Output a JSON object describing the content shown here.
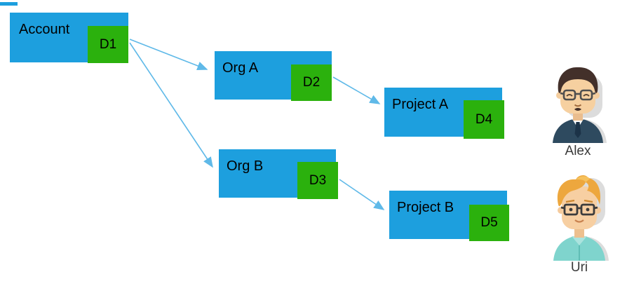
{
  "diagram": {
    "nodes": [
      {
        "id": "account",
        "label": "Account",
        "badge": "D1"
      },
      {
        "id": "org-a",
        "label": "Org A",
        "badge": "D2"
      },
      {
        "id": "project-a",
        "label": "Project A",
        "badge": "D4"
      },
      {
        "id": "org-b",
        "label": "Org B",
        "badge": "D3"
      },
      {
        "id": "project-b",
        "label": "Project B",
        "badge": "D5"
      }
    ],
    "edges": [
      {
        "from": "D1",
        "to": "Org A"
      },
      {
        "from": "D1",
        "to": "Org B"
      },
      {
        "from": "D2",
        "to": "Project A"
      },
      {
        "from": "D3",
        "to": "Project B"
      }
    ],
    "users": [
      {
        "name": "Alex"
      },
      {
        "name": "Uri"
      }
    ],
    "colors": {
      "node_fill": "#1d9fde",
      "badge_fill": "#2bb10d",
      "arrow": "#5fb9e8",
      "label_text": "#000000"
    }
  }
}
